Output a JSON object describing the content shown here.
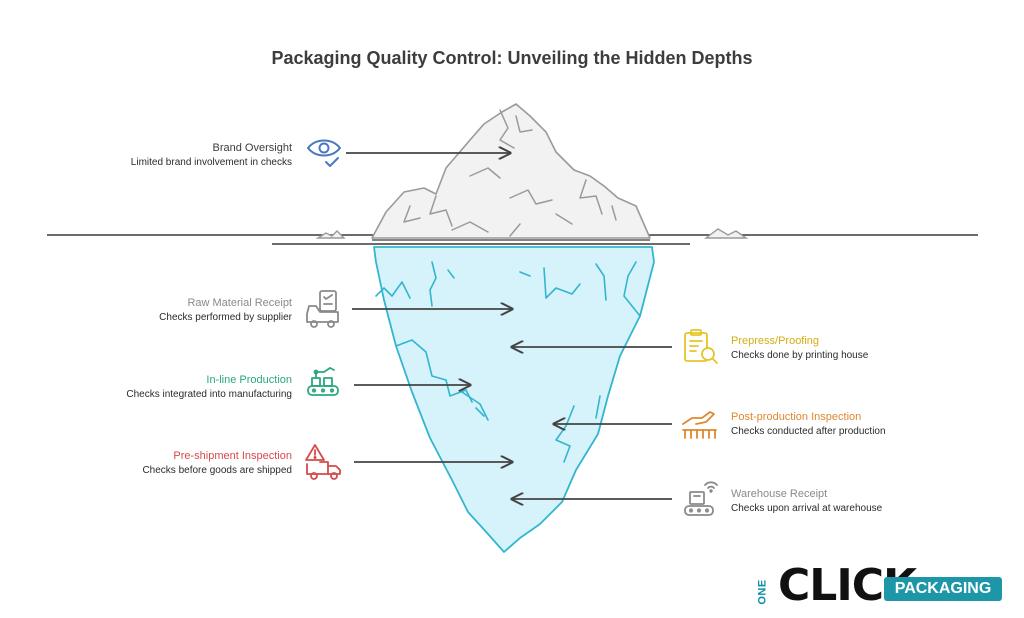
{
  "title": "Packaging Quality Control: Unveiling the Hidden Depths",
  "colors": {
    "outline": "#9a9a9a",
    "ice_top": "#f2f2f2",
    "water": "#d6f2fa",
    "ice_line": "#32b6cf",
    "arrow": "#444444",
    "yellow": "#e6c42a",
    "orange": "#e0872e",
    "green": "#2aa87c",
    "red": "#d84a4a",
    "teal": "#1d97a8"
  },
  "items": [
    {
      "id": "brand-oversight",
      "side": "left",
      "title": "Brand Oversight",
      "desc": "Limited brand involvement in checks",
      "color": "#3d3d3d",
      "icon": "eye-check-icon"
    },
    {
      "id": "raw-material",
      "side": "left",
      "title": "Raw Material Receipt",
      "desc": "Checks performed by supplier",
      "color": "#8a8a8a",
      "icon": "delivery-truck-checklist-icon"
    },
    {
      "id": "inline-production",
      "side": "left",
      "title": "In-line Production",
      "desc": "Checks integrated into manufacturing",
      "color": "#2aa87c",
      "icon": "conveyor-robot-icon"
    },
    {
      "id": "preshipment",
      "side": "left",
      "title": "Pre-shipment Inspection",
      "desc": "Checks before goods are shipped",
      "color": "#d84a4a",
      "icon": "warning-truck-icon"
    },
    {
      "id": "prepress",
      "side": "right",
      "title": "Prepress/Proofing",
      "desc": "Checks done by printing house",
      "color": "#d4ae12",
      "icon": "document-search-icon"
    },
    {
      "id": "postproduction",
      "side": "right",
      "title": "Post-production Inspection",
      "desc": "Checks conducted after production",
      "color": "#e0872e",
      "icon": "hand-inspection-icon"
    },
    {
      "id": "warehouse",
      "side": "right",
      "title": "Warehouse Receipt",
      "desc": "Checks upon arrival at warehouse",
      "color": "#8a8a8a",
      "icon": "box-conveyor-signal-icon"
    }
  ],
  "logo": {
    "one": "ONE",
    "click": "CLICK",
    "packaging": "PACKAGING"
  }
}
